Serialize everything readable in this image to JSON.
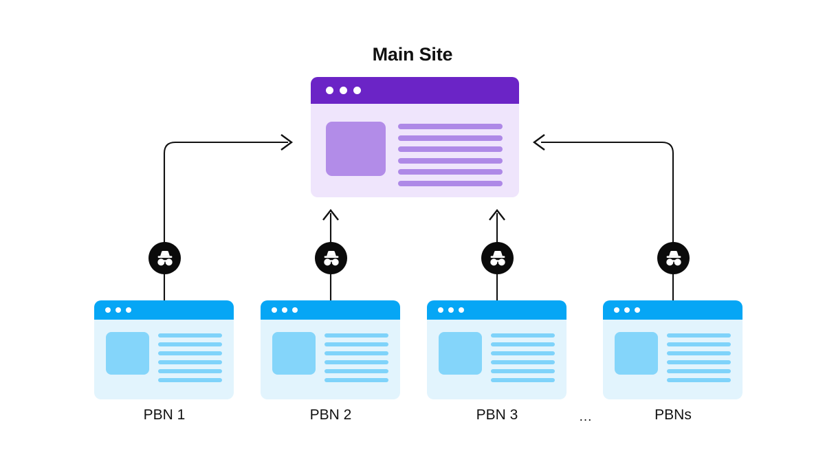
{
  "diagram": {
    "title": "Main Site",
    "background_color": "#ffffff",
    "main_site": {
      "label": "Main Site",
      "accent_color": "#6B24C6",
      "body_color": "#EFE5FC",
      "thumb_color": "#B28CE8",
      "line_color": "#AE89E7",
      "dot_count": 3,
      "line_count": 6
    },
    "pbn_accent_color": "#06A6F5",
    "pbn_body_color": "#E2F4FD",
    "pbn_thumb_color": "#84D5FA",
    "pbn_line_color": "#7FD3FA",
    "pbn_dot_count": 3,
    "pbn_line_count": 6,
    "nodes": [
      {
        "label": "PBN 1",
        "icon": "incognito-icon",
        "link_style": "elbow-right"
      },
      {
        "label": "PBN 2",
        "icon": "incognito-icon",
        "link_style": "straight-up"
      },
      {
        "label": "PBN 3",
        "icon": "incognito-icon",
        "link_style": "straight-up"
      },
      {
        "label": "PBNs",
        "icon": "incognito-icon",
        "link_style": "elbow-left"
      }
    ],
    "ellipsis": "...",
    "connector_color": "#111111",
    "badge_color": "#0B0B0B",
    "badge_glyph_color": "#FFFFFF"
  }
}
